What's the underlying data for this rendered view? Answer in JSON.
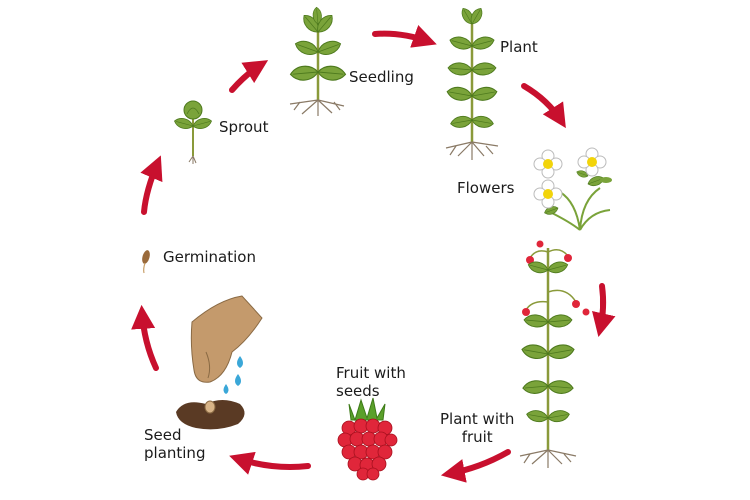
{
  "stages": [
    {
      "id": "seedling",
      "label": "Seedling"
    },
    {
      "id": "plant",
      "label": "Plant"
    },
    {
      "id": "flowers",
      "label": "Flowers"
    },
    {
      "id": "plant_with_fruit",
      "label": "Plant with\nfruit"
    },
    {
      "id": "fruit_with_seeds",
      "label": "Fruit with\nseeds"
    },
    {
      "id": "seed_planting",
      "label": "Seed\nplanting"
    },
    {
      "id": "germination",
      "label": "Germination"
    },
    {
      "id": "sprout",
      "label": "Sprout"
    }
  ],
  "colors": {
    "arrow": "#c8102e",
    "leaf": "#7aa33a",
    "leaf_dark": "#4e7a1e",
    "stem": "#8a9a3a",
    "root": "#8a7a66",
    "berry": "#e0263a",
    "flower": "#ffffff",
    "flower_center": "#f2d40a",
    "hand": "#c49a6c",
    "water": "#3aa7d8",
    "seed": "#6b4a2a"
  }
}
